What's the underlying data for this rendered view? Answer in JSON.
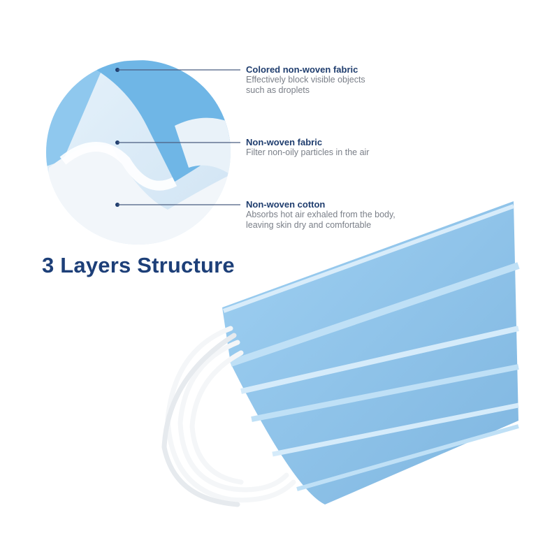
{
  "title": "3 Layers Structure",
  "layers": [
    {
      "name": "Colored non-woven fabric",
      "desc_lines": [
        "Effectively block visible objects",
        "such as droplets"
      ]
    },
    {
      "name": "Non-woven fabric",
      "desc_lines": [
        "Filter non-oily particles in the air"
      ]
    },
    {
      "name": "Non-woven cotton",
      "desc_lines": [
        "Absorbs hot air exhaled from the body,",
        "leaving skin dry and comfortable"
      ]
    }
  ],
  "colors": {
    "title": "#1d3f78",
    "label": "#1f3d6e",
    "desc": "#7a7f88",
    "mask_blue": "#8ec3ea",
    "loop": "#f4f6f8"
  }
}
